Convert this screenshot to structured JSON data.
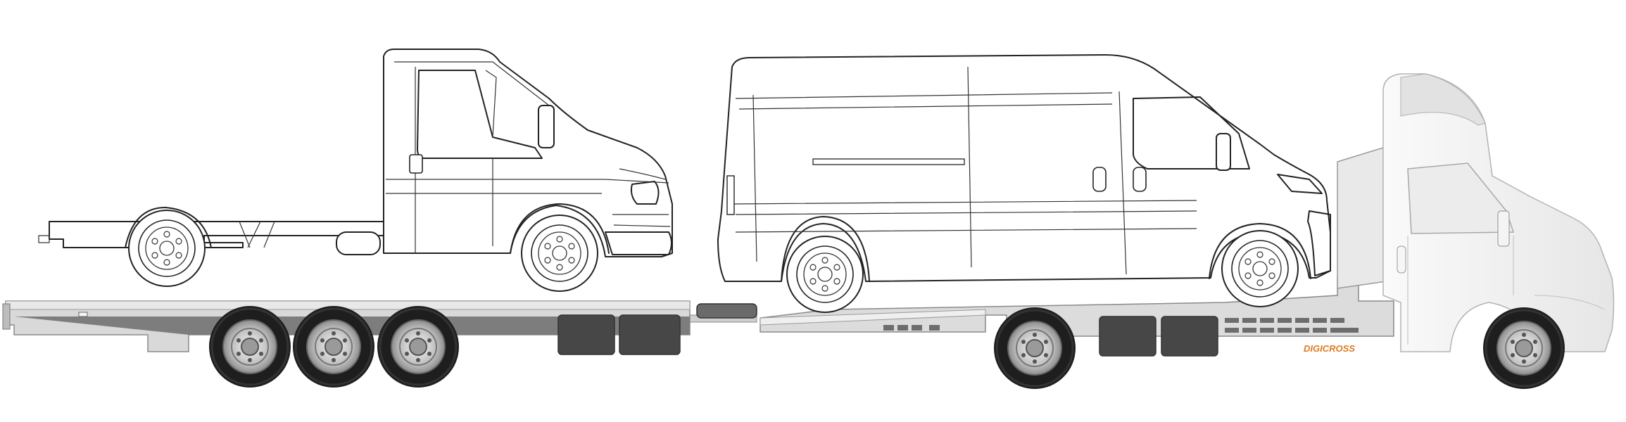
{
  "scene": {
    "branding_text": "DIGICROSS",
    "colors": {
      "background": "#ffffff",
      "outline": "#222222",
      "trailer_body": "#d9d9d9",
      "trailer_dark": "#7a7a7a",
      "mudflap": "#4a4a4a",
      "tire": "#1e1e1e",
      "cab_body": "#f3f3f3",
      "brand": "#e07a1f"
    },
    "vehicles": [
      {
        "name": "chassis-cab-truck",
        "style": "line-drawing",
        "wheels": 2
      },
      {
        "name": "panel-van",
        "style": "line-drawing",
        "wheels": 2
      },
      {
        "name": "car-transporter-truck",
        "style": "shaded",
        "wheels": 2
      },
      {
        "name": "flatbed-trailer",
        "style": "shaded",
        "axles": 3
      }
    ]
  }
}
